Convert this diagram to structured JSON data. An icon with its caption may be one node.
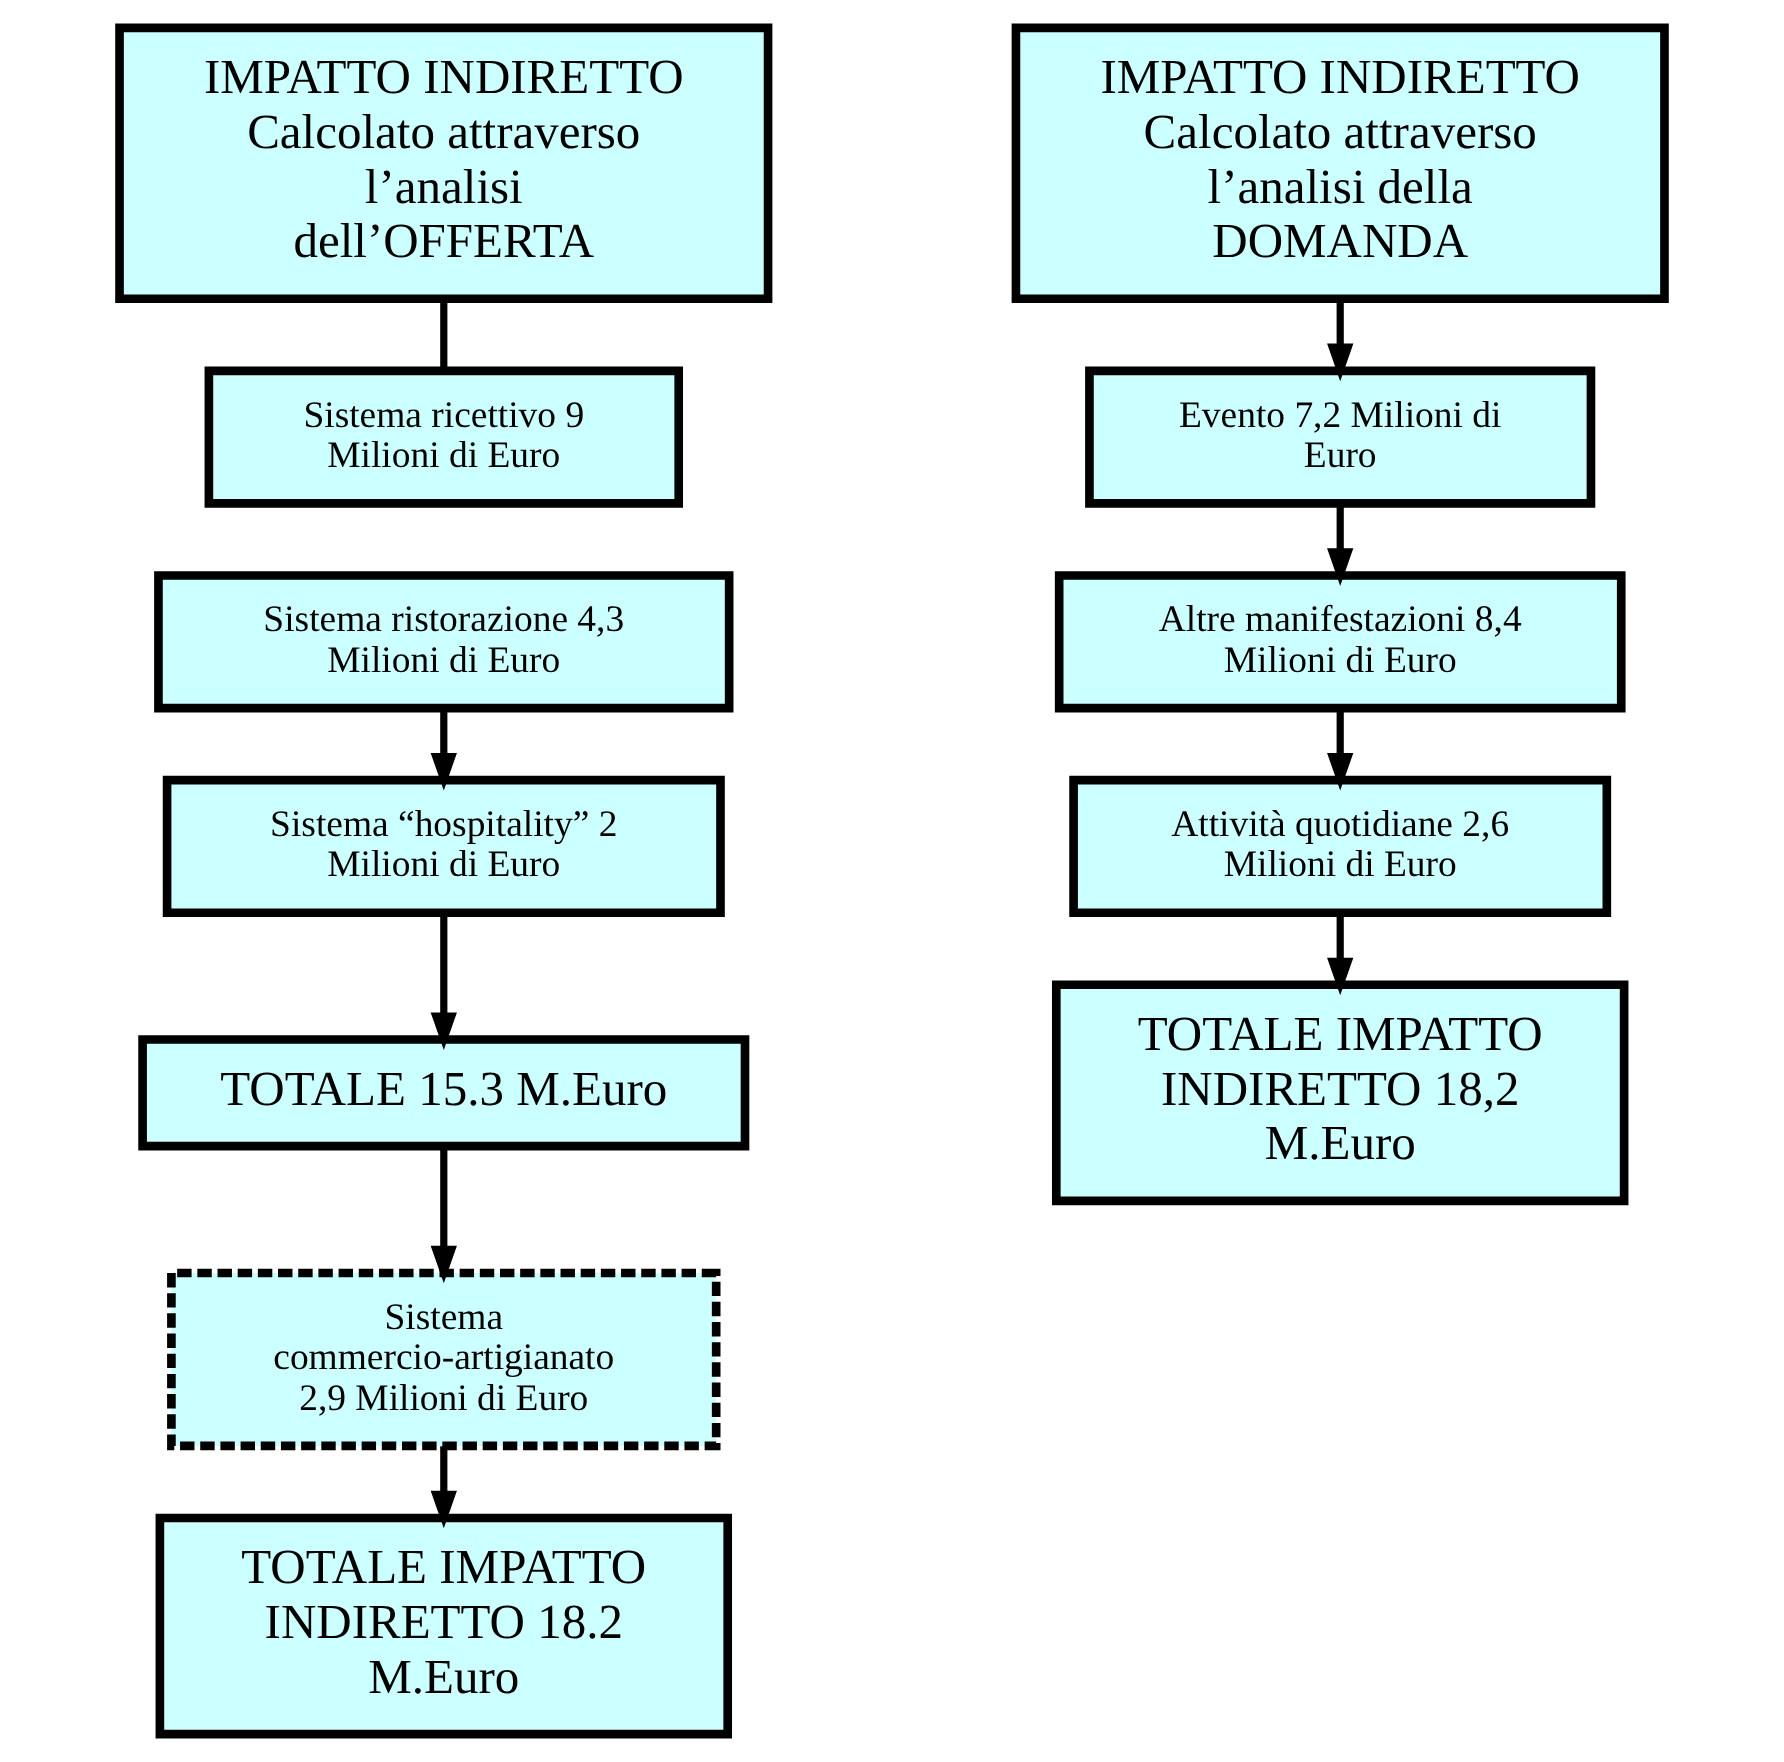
{
  "diagram": {
    "nodes": [
      {
        "text": [
          "IMPATTO INDIRETTO Calcolato attraverso l’analisi dell’OFFERTA"
        ]
      },
      {
        "text": [
          "Sistema ricettivo 9 Milioni di Euro"
        ]
      },
      {
        "text": [
          "Sistema ristorazione 4,3 Milioni di Euro"
        ]
      },
      {
        "text": [
          "Sistema “hospitality” 2 Milioni di Euro"
        ]
      },
      {
        "text": [
          "TOTALE 15.3 M.Euro"
        ]
      },
      {
        "text": [
          "Sistema commercio-artigianato 2,9 Milioni di Euro"
        ]
      },
      {
        "text": [
          "TOTALE IMPATTO INDIRETTO 18.2 M.Euro"
        ]
      },
      {
        "text": [
          "IMPATTO INDIRETTO Calcolato attraverso l’analisi della DOMANDA"
        ]
      },
      {
        "text": [
          "Evento 7,2 Milioni di Euro"
        ]
      },
      {
        "text": [
          "Altre manifestazioni 8,4 Milioni di Euro"
        ]
      },
      {
        "text": [
          "Attività quotidiane 2,6 Milioni di Euro"
        ]
      },
      {
        "text": [
          "TOTALE IMPATTO INDIRETTO 18,2 M.Euro"
        ]
      }
    ],
    "edges": [
      {
        "from": 0,
        "to": 1,
        "arrow": "none"
      },
      {
        "from": 2,
        "to": 3,
        "arrow": "to"
      },
      {
        "from": 3,
        "to": 4,
        "arrow": "to"
      },
      {
        "from": 4,
        "to": 5,
        "arrow": "to"
      },
      {
        "from": 5,
        "to": 6,
        "arrow": "to"
      },
      {
        "from": 7,
        "to": 8,
        "arrow": "to"
      },
      {
        "from": 8,
        "to": 9,
        "arrow": "to"
      },
      {
        "from": 9,
        "to": 10,
        "arrow": "to"
      },
      {
        "from": 10,
        "to": 11,
        "arrow": "to"
      }
    ]
  }
}
